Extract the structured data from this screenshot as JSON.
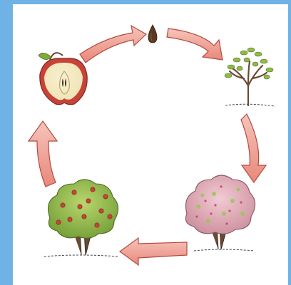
{
  "diagram": {
    "type": "life-cycle",
    "stages": [
      {
        "id": "seed"
      },
      {
        "id": "sapling"
      },
      {
        "id": "blossoming-tree"
      },
      {
        "id": "fruiting-tree"
      },
      {
        "id": "apple"
      }
    ],
    "colors": {
      "frame": "#6fb2e6",
      "background": "#ffffff",
      "arrow_fill": "#f0a69a",
      "arrow_stroke": "#b44a3f",
      "leaf": "#7faa3c",
      "blossom": "#e7a1b5",
      "apple_red": "#c84337",
      "trunk": "#6b4a34",
      "seed": "#5a3a24"
    }
  }
}
